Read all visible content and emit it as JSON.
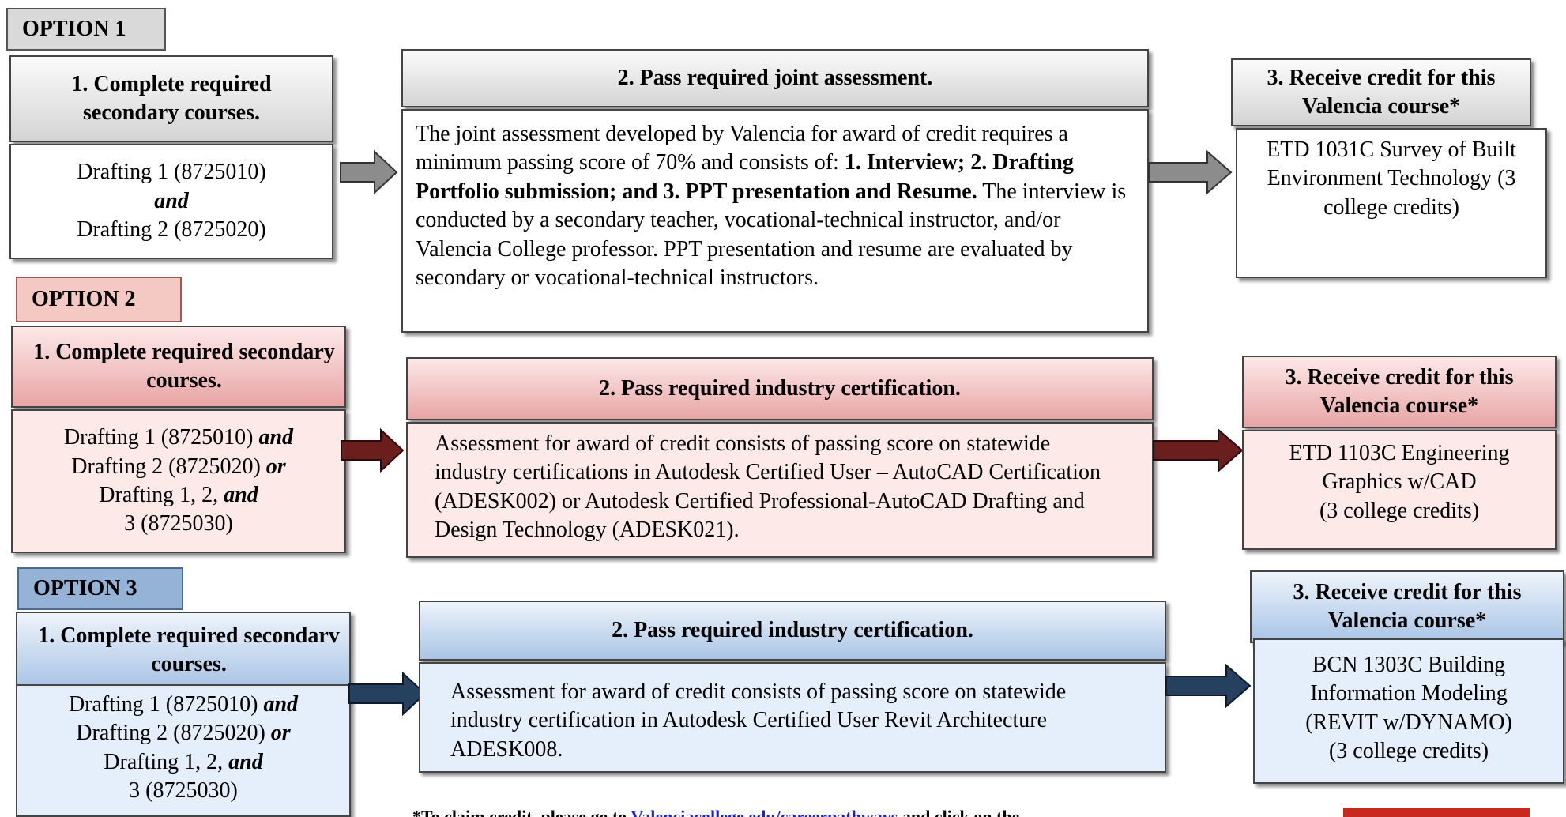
{
  "option1": {
    "tab": "OPTION 1",
    "step1_header": "1.  Complete required secondary courses.",
    "step1_line1": "Drafting 1 (8725010)",
    "step1_line2": "and",
    "step1_line3": "Drafting 2 (8725020)",
    "step2_header": "2. Pass required joint assessment.",
    "step2_text_a": "The joint assessment developed by Valencia for award of credit requires a minimum passing score of 70% and consists of:  ",
    "step2_text_b": "1. Interview; 2. Drafting Portfolio submission; and 3. PPT presentation and Resume.",
    "step2_text_c": "  The interview is conducted by a secondary teacher, vocational-technical instructor, and/or Valencia College professor.  PPT presentation and resume are evaluated by secondary or vocational-technical instructors.",
    "step3_header": "3. Receive credit for this Valencia course*",
    "step3_text": "ETD 1031C Survey of Built Environment Technology (3 college credits)"
  },
  "option2": {
    "tab": "OPTION 2",
    "step1_header": "1.  Complete required secondary courses.",
    "step1_l1a": "Drafting 1 (8725010) ",
    "step1_l1b": "and",
    "step1_l2a": "Drafting 2 (8725020) ",
    "step1_l2b": "or",
    "step1_l3a": "Drafting 1, 2, ",
    "step1_l3b": "and",
    "step1_l4": "3 (8725030)",
    "step2_header": "2. Pass required industry certification.",
    "step2_text": "Assessment for award of credit consists of passing score on statewide industry certifications in Autodesk Certified User – AutoCAD Certification (ADESK002) or Autodesk Certified Professional-AutoCAD Drafting and Design Technology (ADESK021).",
    "step3_header": "3. Receive credit for this Valencia course*",
    "step3_line1": "ETD 1103C Engineering",
    "step3_line2": "Graphics w/CAD",
    "step3_line3": "(3 college credits)"
  },
  "option3": {
    "tab": "OPTION 3",
    "step1_header": "1.  Complete required secondarv courses.",
    "step1_l1a": "Drafting 1 (8725010) ",
    "step1_l1b": "and",
    "step1_l2a": "Drafting 2 (8725020) ",
    "step1_l2b": "or",
    "step1_l3a": "Drafting 1, 2, ",
    "step1_l3b": "and",
    "step1_l4": "3 (8725030)",
    "step2_header": "2. Pass required industry certification.",
    "step2_text": "Assessment for award of credit consists of passing score on statewide industry certification in Autodesk Certified User Revit Architecture ADESK008.",
    "step3_header": "3. Receive credit for this Valencia course*",
    "step3_line1": "BCN 1303C Building",
    "step3_line2": "Information Modeling",
    "step3_line3": "(REVIT w/DYNAMO)",
    "step3_line4": "(3 college credits)"
  },
  "footer": {
    "prefix": "*To claim credit, please go to",
    "link": "Valenciacollege.edu/careerpathways",
    "suffix": "and click on the"
  },
  "colors": {
    "gray_arrow": "#8c8c8c",
    "red_arrow": "#6b1e1e",
    "blue_arrow": "#26405f",
    "logo_red": "#c8281e"
  }
}
